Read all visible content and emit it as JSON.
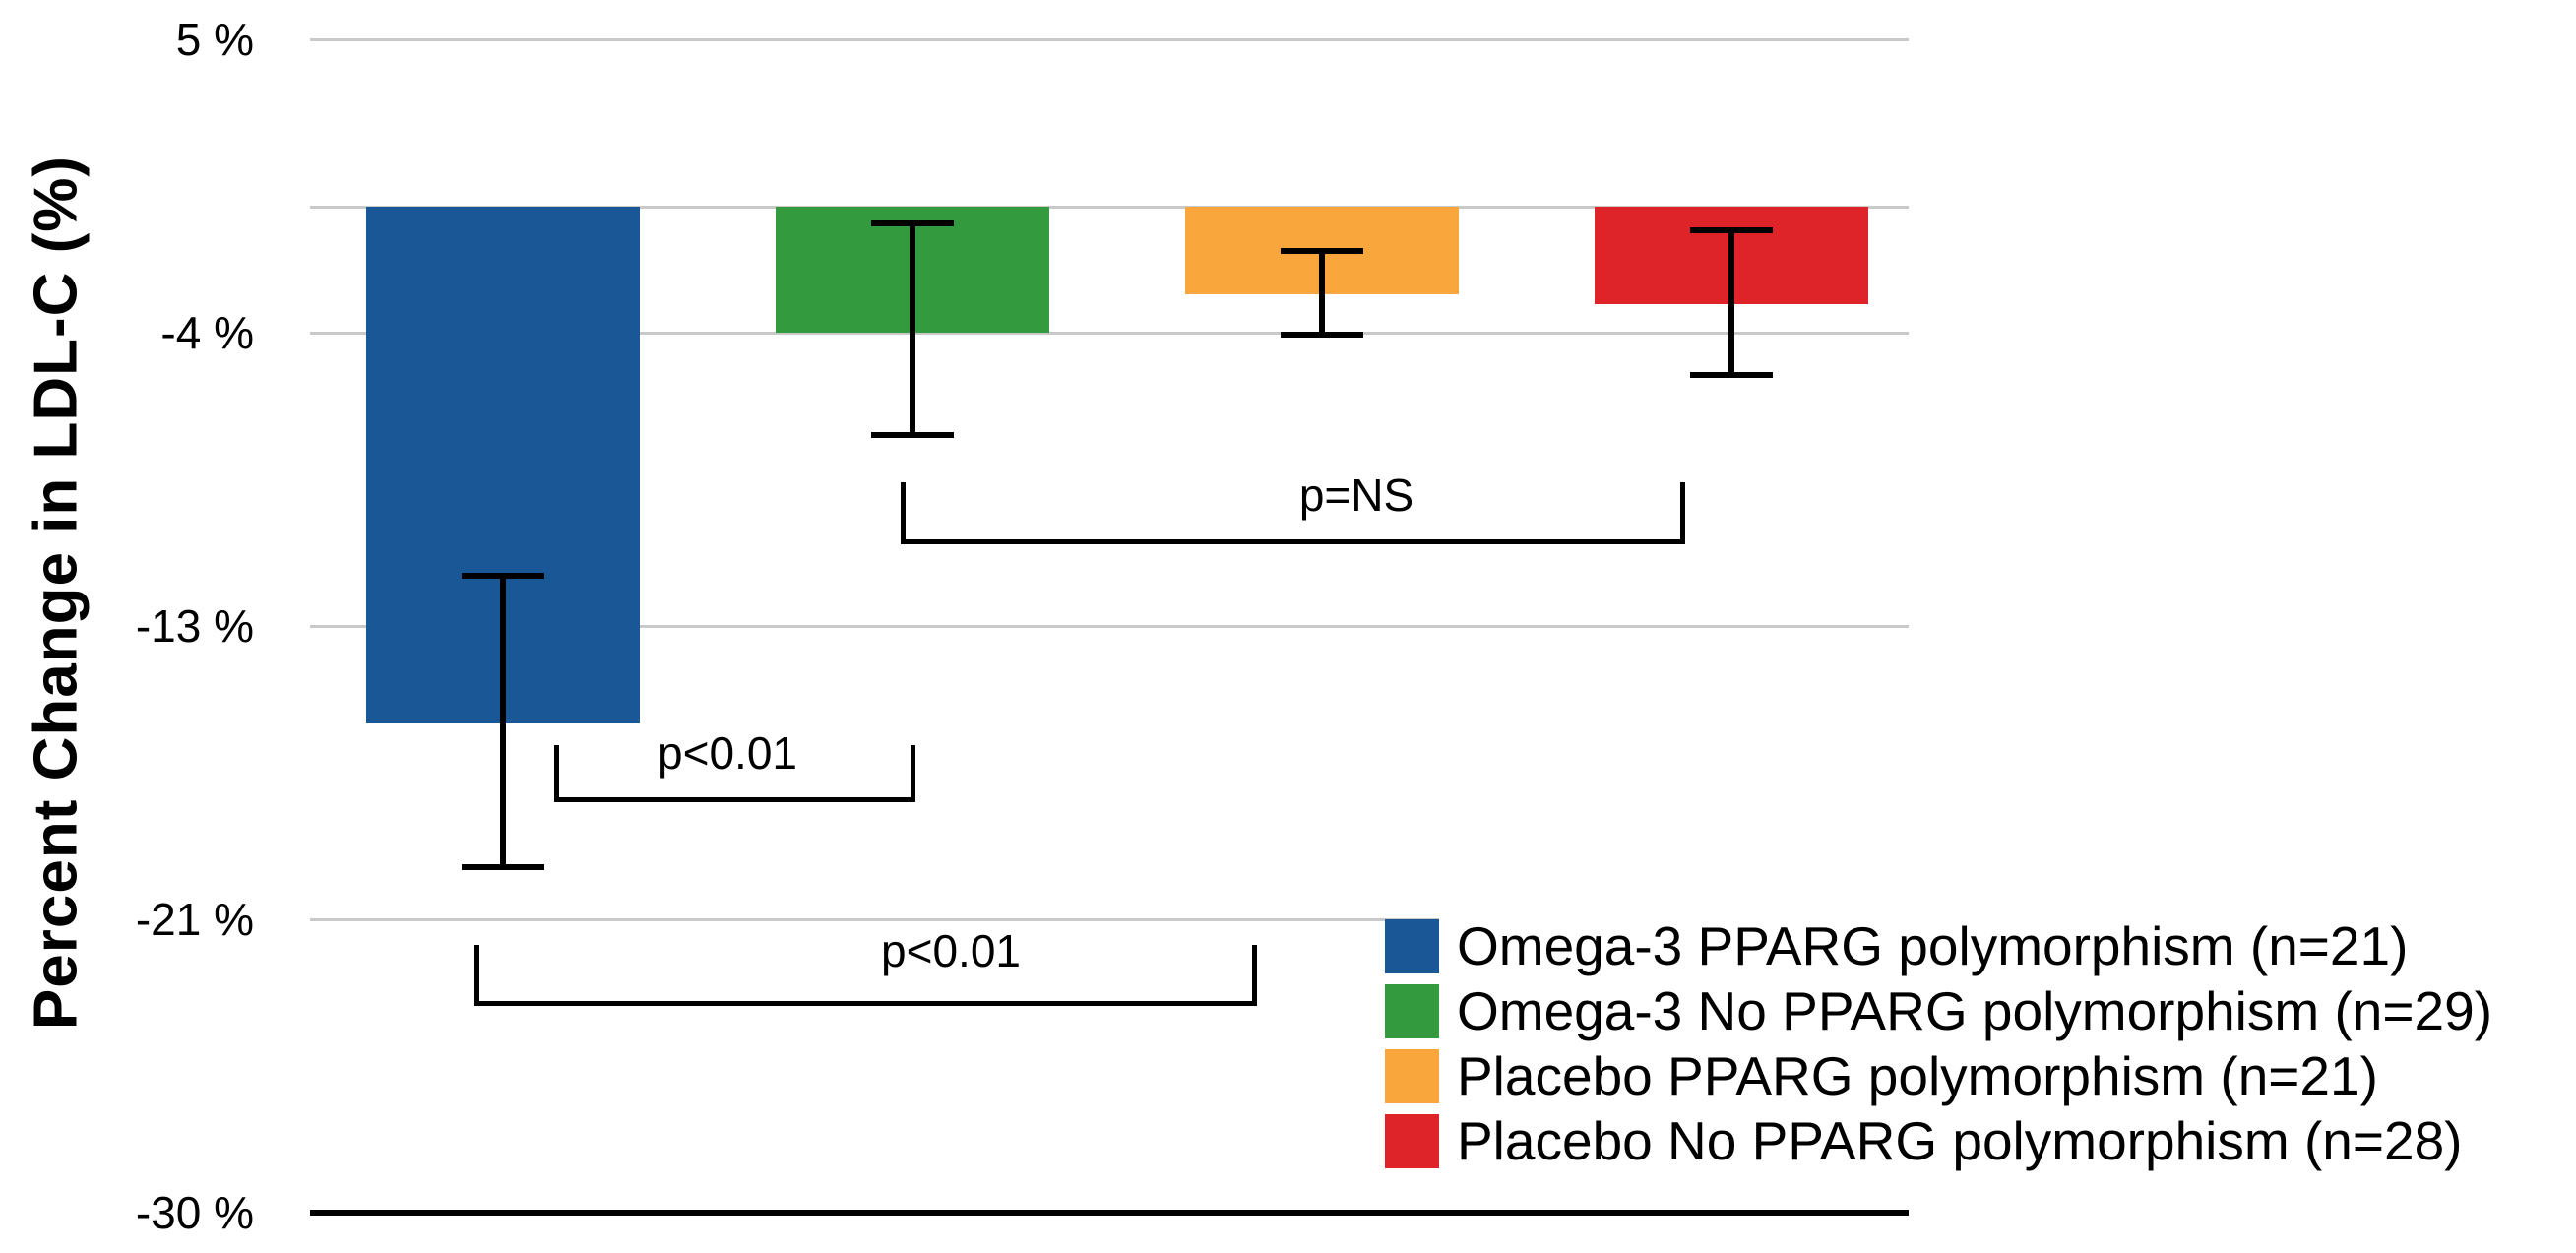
{
  "chart_data": {
    "type": "bar",
    "title": "",
    "ylabel": "Percent Change in LDL-C (%)",
    "ylim": [
      -30,
      5
    ],
    "grid": true,
    "legend_position": "bottom-right",
    "yticks": [
      {
        "label": "5 %",
        "value": 5
      },
      {
        "label": "-4 %",
        "value": -3.75
      },
      {
        "label": "-13 %",
        "value": -12.5
      },
      {
        "label": "-21 %",
        "value": -21.25
      },
      {
        "label": "-30 %",
        "value": -30
      }
    ],
    "baseline_value": 0,
    "categories": [
      "Omega-3 PPARG polymorphism (n=21)",
      "Omega-3 No PPARG polymorphism (n=29)",
      "Placebo PPARG polymorphism (n=21)",
      "Placebo No PPARG polymorphism (n=28)"
    ],
    "series": [
      {
        "name": "Omega-3 PPARG polymorphism (n=21)",
        "value": -15.4,
        "error_high": -11.0,
        "error_low": -19.7,
        "color": "#1a5796"
      },
      {
        "name": "Omega-3 No PPARG polymorphism (n=29)",
        "value": -3.75,
        "error_high": -0.5,
        "error_low": -6.8,
        "color": "#339a3d"
      },
      {
        "name": "Placebo PPARG polymorphism (n=21)",
        "value": -2.6,
        "error_high": -1.3,
        "error_low": -3.8,
        "color": "#f9a63c"
      },
      {
        "name": "Placebo No PPARG polymorphism (n=28)",
        "value": -2.9,
        "error_high": -0.7,
        "error_low": -5.0,
        "color": "#de2329"
      }
    ],
    "annotations": [
      {
        "label": "p<0.01",
        "x1": 563,
        "x2": 930,
        "bar_y": 810,
        "tip_y": 757,
        "label_x": 739,
        "label_y": 765
      },
      {
        "label": "p<0.01",
        "x1": 482,
        "x2": 1277,
        "bar_y": 1017,
        "tip_y": 960,
        "label_x": 966,
        "label_y": 966
      },
      {
        "label": "p=NS",
        "x1": 915,
        "x2": 1712,
        "bar_y": 548,
        "tip_y": 490,
        "label_x": 1378,
        "label_y": 503
      }
    ]
  },
  "colors": {
    "gridline": "#c9c9c9",
    "axis": "#000000",
    "background": "#ffffff"
  }
}
